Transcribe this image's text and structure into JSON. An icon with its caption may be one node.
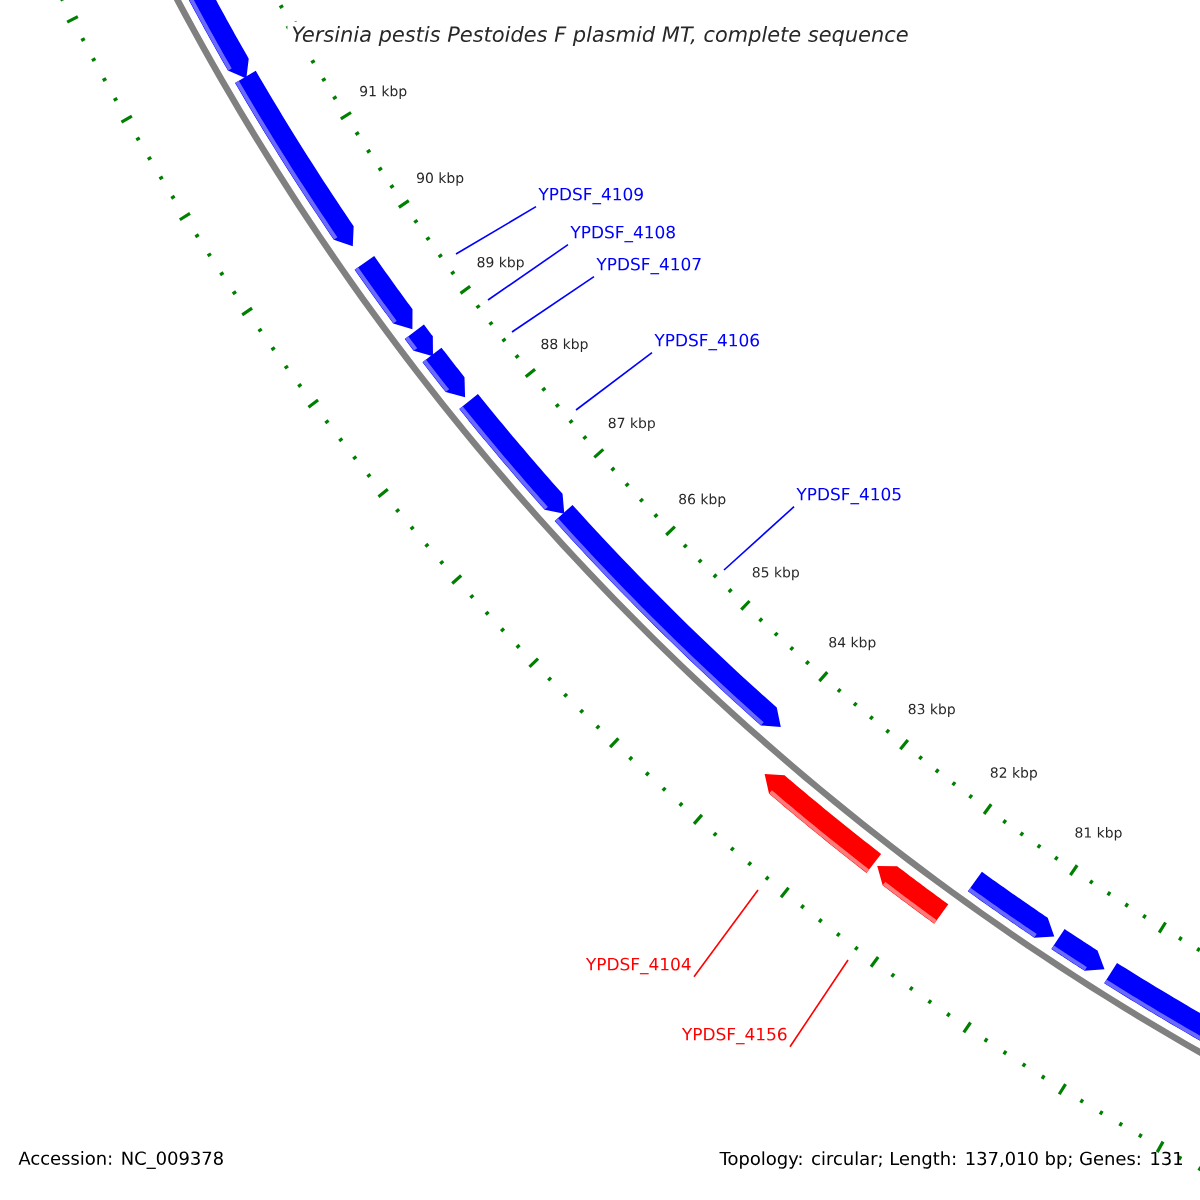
{
  "diagram": {
    "title": "Yersinia pestis Pestoides F plasmid MT, complete sequence",
    "nodes": [
      {
        "text": [
          "YPDSF_4109"
        ]
      },
      {
        "text": [
          "YPDSF_4108"
        ]
      },
      {
        "text": [
          "YPDSF_4107"
        ]
      },
      {
        "text": [
          "YPDSF_4106"
        ]
      },
      {
        "text": [
          "YPDSF_4105"
        ]
      },
      {
        "text": [
          "YPDSF_4104"
        ]
      },
      {
        "text": [
          "YPDSF_4156"
        ]
      }
    ],
    "edges": [
      {
        "from": 0,
        "to": null,
        "arrow": "none"
      },
      {
        "from": 1,
        "to": null,
        "arrow": "none"
      },
      {
        "from": 2,
        "to": null,
        "arrow": "none"
      },
      {
        "from": 3,
        "to": null,
        "arrow": "none"
      },
      {
        "from": 4,
        "to": null,
        "arrow": "none"
      },
      {
        "from": 5,
        "to": null,
        "arrow": "none",
        "color": "#ff0000"
      },
      {
        "from": 6,
        "to": null,
        "arrow": "none",
        "color": "#ff0000"
      }
    ],
    "labels": [
      "91 kbp",
      "90 kbp",
      "89 kbp",
      "88 kbp",
      "87 kbp",
      "86 kbp",
      "85 kbp",
      "84 kbp",
      "83 kbp",
      "82 kbp",
      "81 kbp",
      "Accession: NC_009378",
      "Topology: circular; Length: 137,010 bp; Genes: 131"
    ]
  }
}
